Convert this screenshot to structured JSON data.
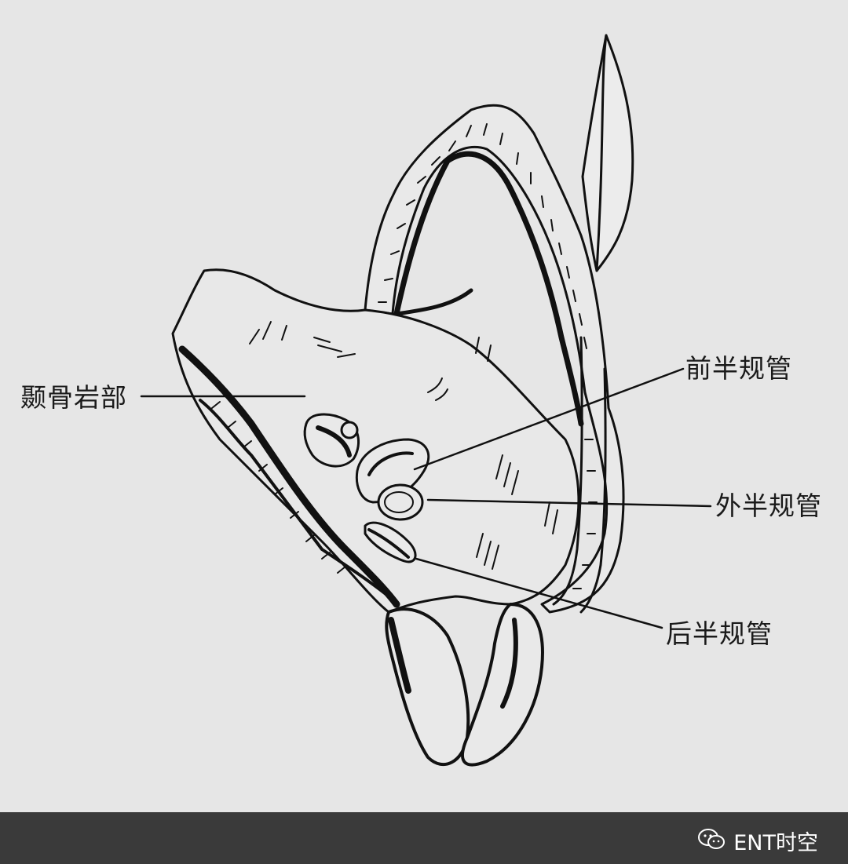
{
  "labels": {
    "petrous": "颞骨岩部",
    "anterior_canal": "前半规管",
    "lateral_canal": "外半规管",
    "posterior_canal": "后半规管"
  },
  "footer": {
    "watermark_text": "ENT时空",
    "watermark_icon": "wechat-icon"
  },
  "colors": {
    "background": "#e6e6e6",
    "footer": "#3a3a3a",
    "ink": "#111111"
  }
}
